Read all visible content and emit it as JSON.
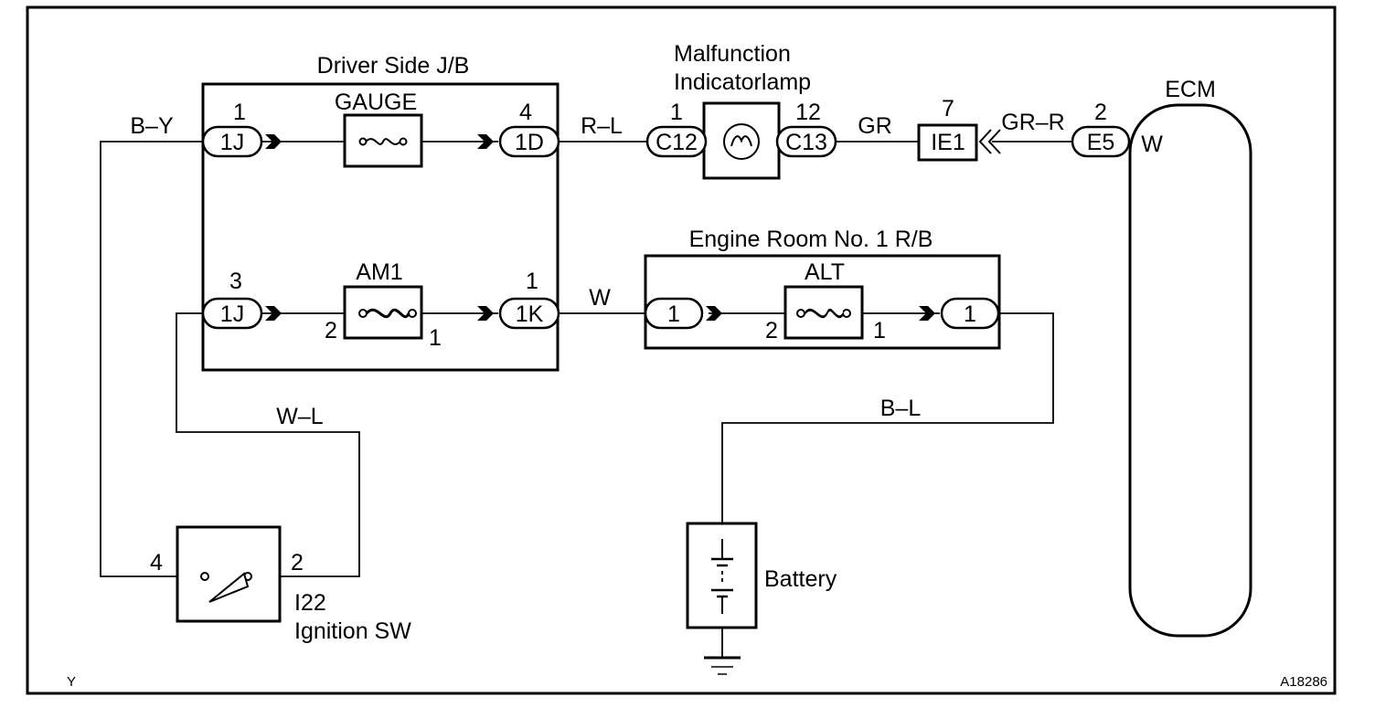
{
  "driver_jb": {
    "title": "Driver Side J/B",
    "gauge_fuse": "GAUGE",
    "am1_fuse": "AM1",
    "conn_1j_top": "1J",
    "conn_1j_top_pin": "1",
    "conn_1d": "1D",
    "conn_1d_pin": "4",
    "conn_1j_bottom": "1J",
    "conn_1j_bottom_pin": "3",
    "conn_1k": "1K",
    "conn_1k_pin": "1",
    "am1_pin_left": "2",
    "am1_pin_right": "1"
  },
  "mil": {
    "title_line1": "Malfunction",
    "title_line2": "Indicatorlamp",
    "conn_left": "C12",
    "conn_left_pin": "1",
    "conn_right": "C13",
    "conn_right_pin": "12"
  },
  "ie1": {
    "label": "IE1",
    "pin": "7"
  },
  "ecm": {
    "title": "ECM",
    "conn": "E5",
    "conn_pin": "2",
    "terminal": "W"
  },
  "engine_rb": {
    "title": "Engine Room No. 1 R/B",
    "alt_fuse": "ALT",
    "conn_left": "1",
    "conn_right": "1",
    "alt_pin_left": "2",
    "alt_pin_right": "1"
  },
  "wires": {
    "b_y": "B–Y",
    "r_l": "R–L",
    "gr": "GR",
    "gr_r": "GR–R",
    "w": "W",
    "w_l": "W–L",
    "b_l": "B–L"
  },
  "ignition": {
    "code": "I22",
    "name": "Ignition SW",
    "pin_left": "4",
    "pin_right": "2"
  },
  "battery": {
    "label": "Battery"
  },
  "footer": {
    "left_code": "Y",
    "figure_id": "A18286"
  }
}
